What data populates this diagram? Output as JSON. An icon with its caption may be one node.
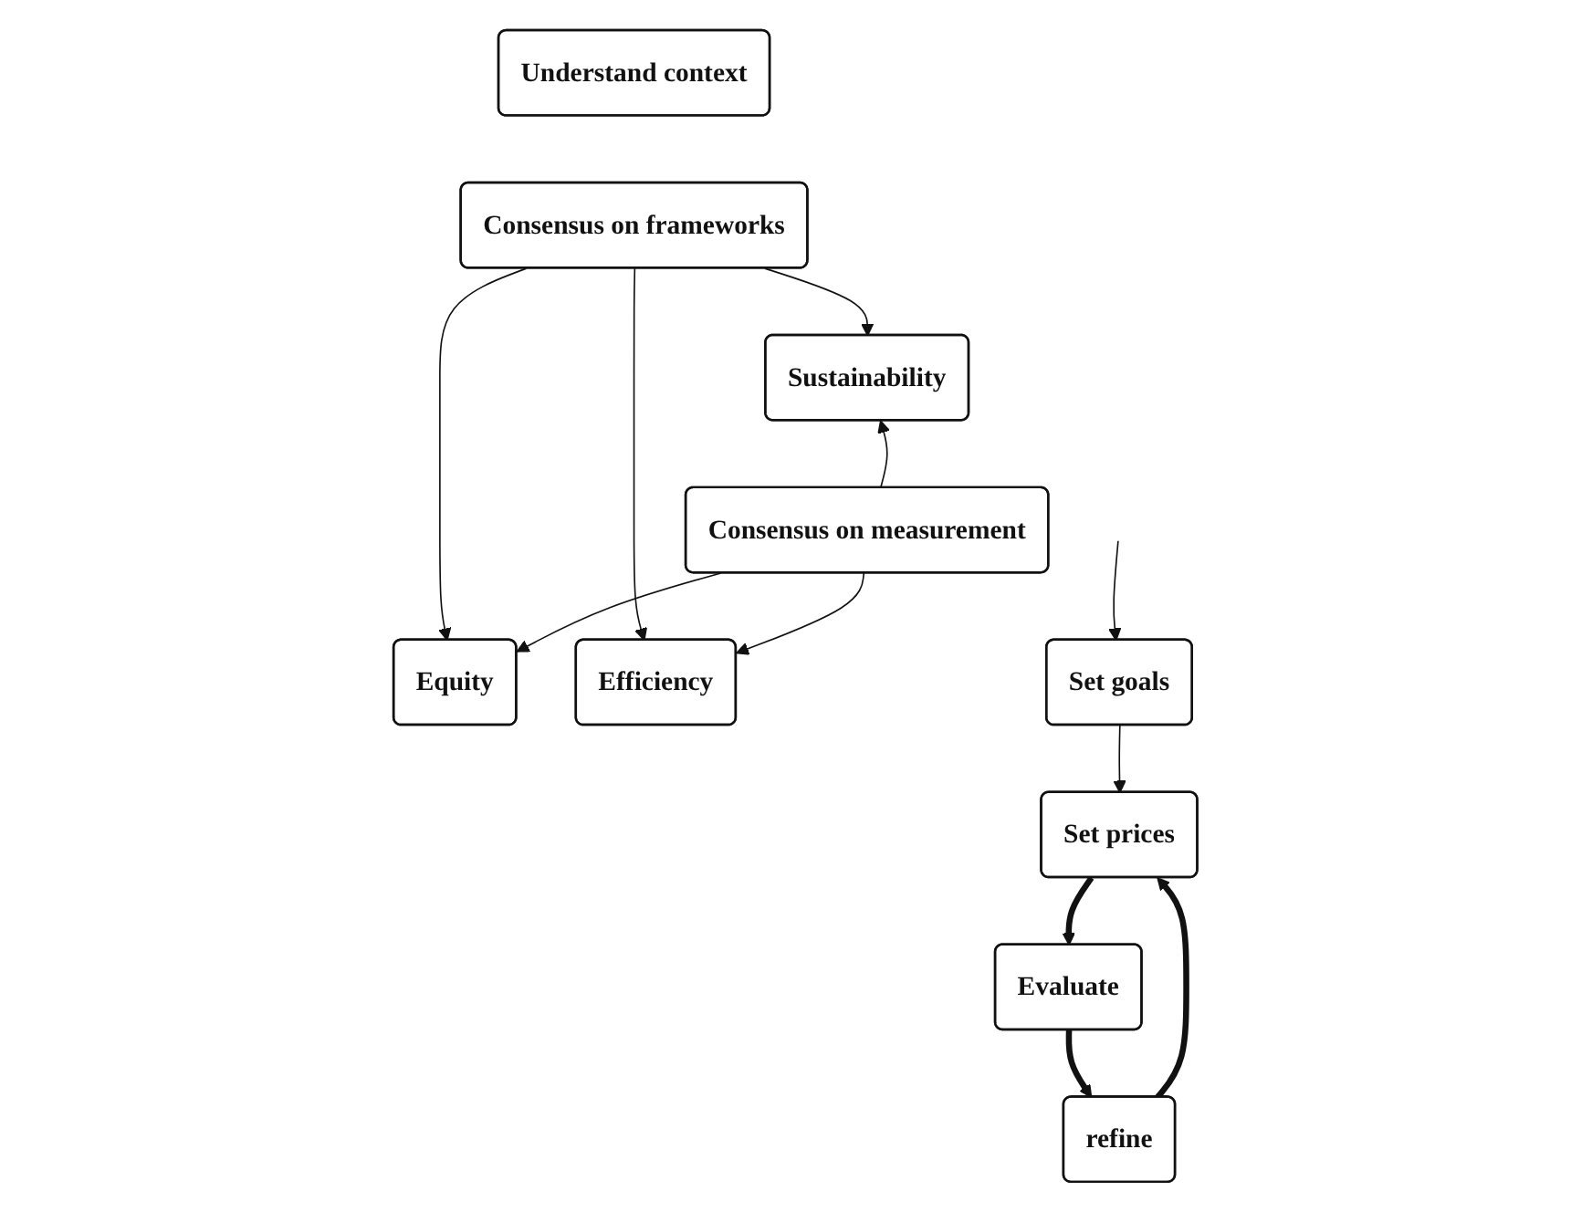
{
  "diagram": {
    "nodes": [
      {
        "text": [
          "Understand context"
        ]
      },
      {
        "text": [
          "Consensus on frameworks"
        ]
      },
      {
        "text": [
          "Equity"
        ]
      },
      {
        "text": [
          "Sustainability"
        ]
      },
      {
        "text": [
          "Efficiency"
        ]
      },
      {
        "text": [
          "Consensus on measurement"
        ]
      },
      {
        "text": [
          "Set goals"
        ]
      },
      {
        "text": [
          "Set prices"
        ]
      },
      {
        "text": [
          "Evaluate"
        ]
      },
      {
        "text": [
          "refine"
        ]
      }
    ],
    "edges": [
      {
        "from": 1,
        "to": 2,
        "arrow": "to"
      },
      {
        "from": 1,
        "to": 3,
        "arrow": "to"
      },
      {
        "from": 1,
        "to": 4,
        "arrow": "to"
      },
      {
        "from": 5,
        "to": 2,
        "arrow": "to"
      },
      {
        "from": 5,
        "to": 3,
        "arrow": "to"
      },
      {
        "from": 5,
        "to": 4,
        "arrow": "to"
      },
      {
        "from": null,
        "to": 6,
        "arrow": "to"
      },
      {
        "from": 6,
        "to": 7,
        "arrow": "to"
      },
      {
        "from": 7,
        "to": 8,
        "arrow": "to",
        "style": "thick"
      },
      {
        "from": 8,
        "to": 9,
        "arrow": "to",
        "style": "thick"
      },
      {
        "from": 9,
        "to": 7,
        "arrow": "to",
        "style": "thick"
      }
    ]
  }
}
